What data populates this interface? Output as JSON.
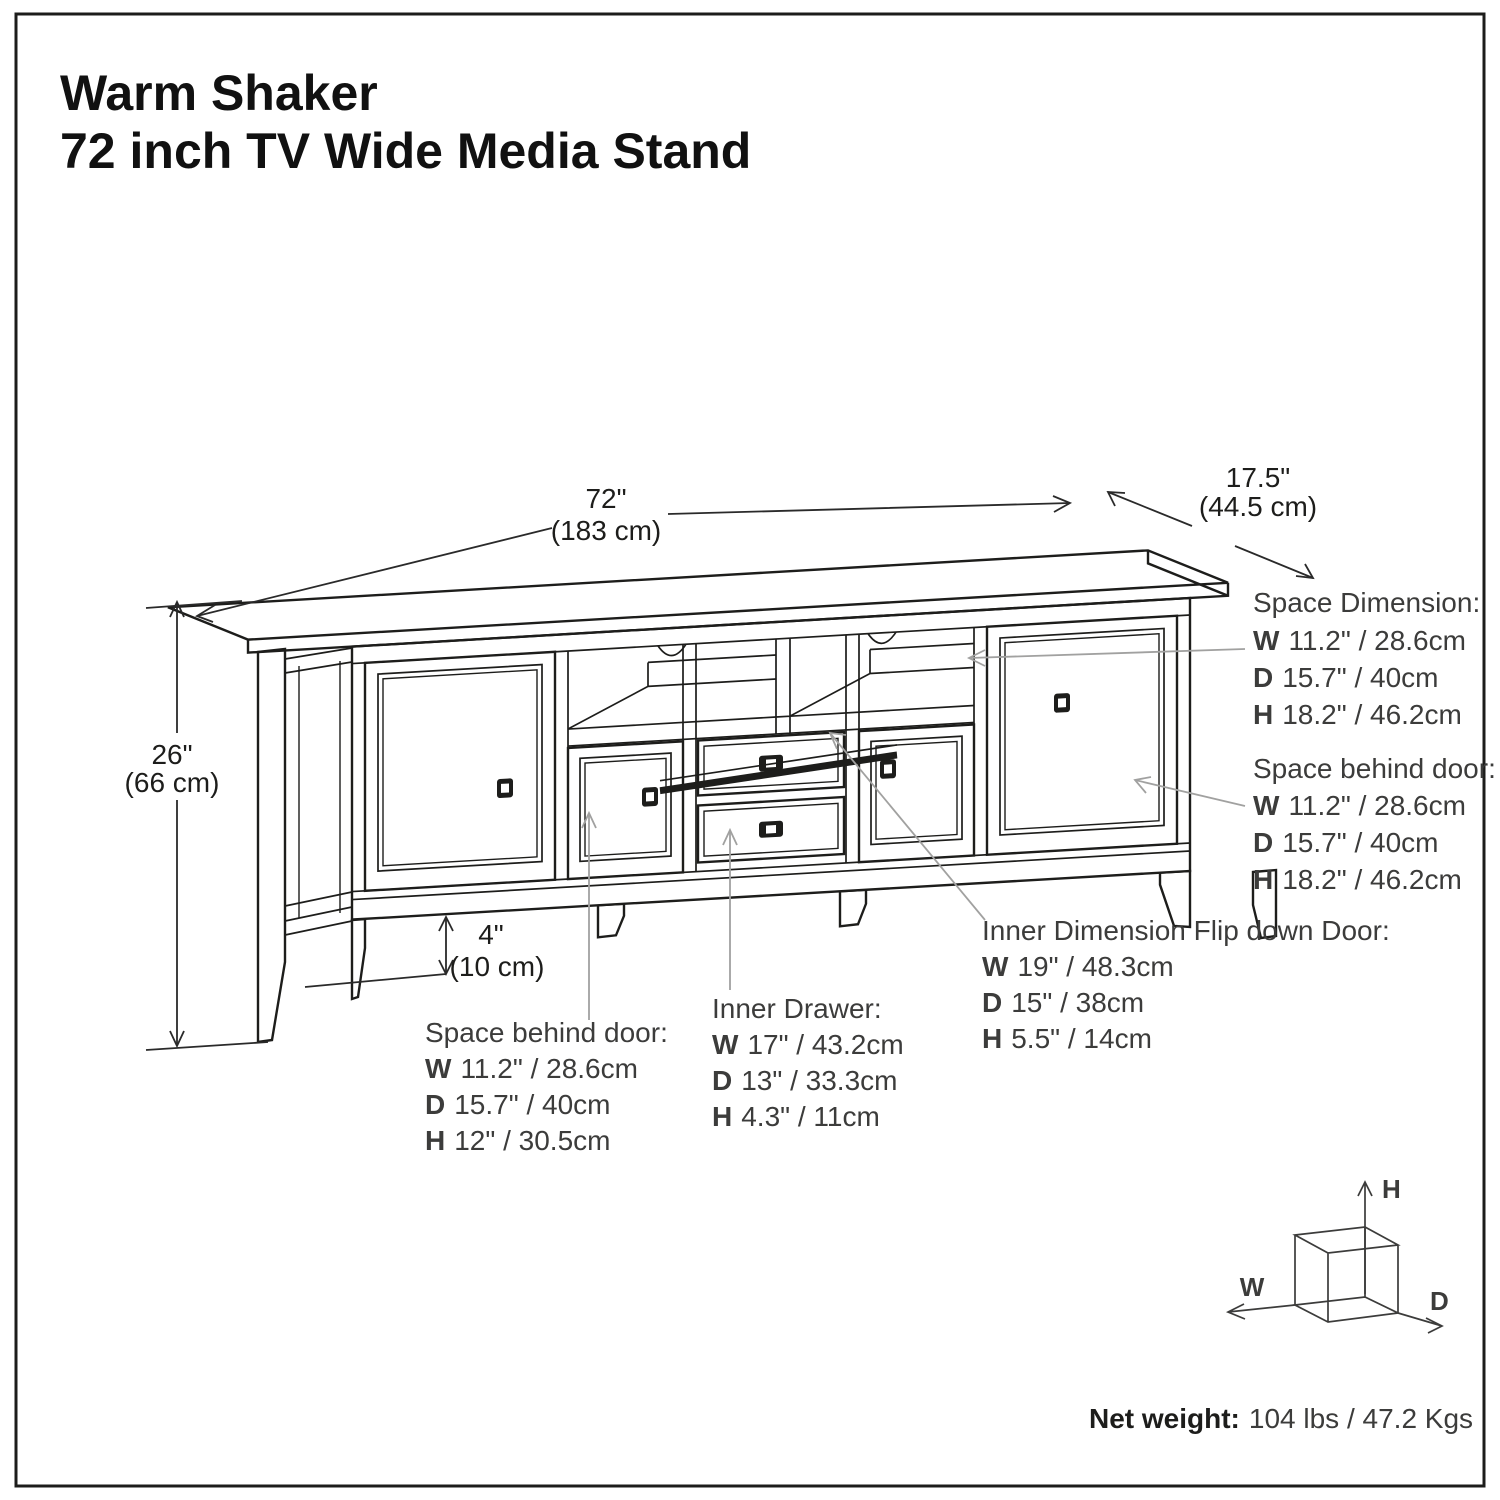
{
  "title": {
    "line1": "Warm Shaker",
    "line2": "72 inch TV Wide Media Stand"
  },
  "dimensions": {
    "width": {
      "imperial": "72\"",
      "metric": "(183 cm)"
    },
    "depth": {
      "imperial": "17.5\"",
      "metric": "(44.5 cm)"
    },
    "height": {
      "imperial": "26\"",
      "metric": "(66 cm)"
    },
    "leg_clearance": {
      "imperial": "4\"",
      "metric": "(10 cm)"
    }
  },
  "callouts": {
    "space_dimension": {
      "title": "Space Dimension:",
      "w_label": "W",
      "w": "11.2\" / 28.6cm",
      "d_label": "D",
      "d": "15.7\" / 40cm",
      "h_label": "H",
      "h": "18.2\" / 46.2cm"
    },
    "space_behind_door_right": {
      "title": "Space behind door:",
      "w_label": "W",
      "w": "11.2\" / 28.6cm",
      "d_label": "D",
      "d": "15.7\" / 40cm",
      "h_label": "H",
      "h": "18.2\" / 46.2cm"
    },
    "space_behind_door_left": {
      "title": "Space behind door:",
      "w_label": "W",
      "w": "11.2\" / 28.6cm",
      "d_label": "D",
      "d": "15.7\" / 40cm",
      "h_label": "H",
      "h": "12\" / 30.5cm"
    },
    "inner_drawer": {
      "title": "Inner Drawer:",
      "w_label": "W",
      "w": "17\" / 43.2cm",
      "d_label": "D",
      "d": "13\" / 33.3cm",
      "h_label": "H",
      "h": "4.3\" / 11cm"
    },
    "flip_down_door": {
      "title": "Inner Dimension Flip down Door:",
      "w_label": "W",
      "w": "19\" / 48.3cm",
      "d_label": "D",
      "d": "15\" / 38cm",
      "h_label": "H",
      "h": "5.5\" / 14cm"
    }
  },
  "axis_cube": {
    "h": "H",
    "w": "W",
    "d": "D"
  },
  "net_weight": {
    "label": "Net weight:",
    "value": "104 lbs / 47.2 Kgs"
  },
  "colors": {
    "line": "#1d1d1b",
    "text": "#3c3c3b",
    "leader": "#a1a1a0",
    "background": "#ffffff"
  }
}
